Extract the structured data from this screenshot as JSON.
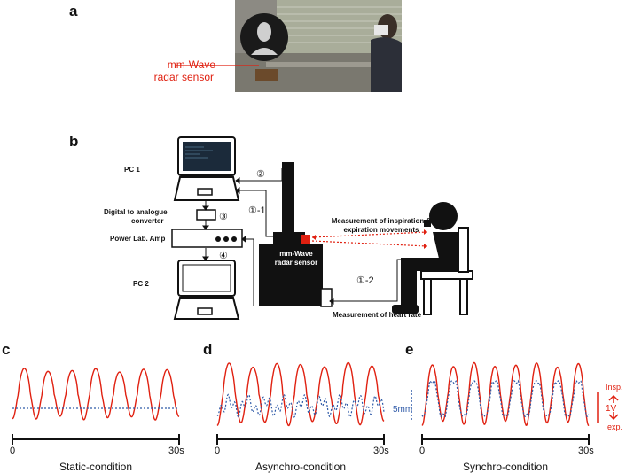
{
  "panels": {
    "a": "a",
    "b": "b",
    "c": "c",
    "d": "d",
    "e": "e"
  },
  "photo": {
    "sensor_label_line1": "mm-Wave",
    "sensor_label_line2": "radar sensor"
  },
  "setup": {
    "pc1": "PC 1",
    "pc2": "PC 2",
    "dac_line1": "Digital to analogue",
    "dac_line2": "converter",
    "amp": "Power Lab. Amp",
    "step2": "②",
    "step3": "③",
    "step4": "④",
    "step1_1": "①-1",
    "step1_2": "①-2",
    "radar_line1": "mm-Wave",
    "radar_line2": "radar sensor",
    "measure_resp_line1": "Measurement of inspiration &",
    "measure_resp_line2": "expiration movements",
    "measure_hr": "Measurement of heart rate"
  },
  "plots": [
    {
      "condition": "Static-condition",
      "x_start": "0",
      "x_end": "30s"
    },
    {
      "condition": "Asynchro-condition",
      "x_start": "0",
      "x_end": "30s"
    },
    {
      "condition": "Synchro-condition",
      "x_start": "0",
      "x_end": "30s"
    }
  ],
  "scale": {
    "mm": "5mm",
    "volt": "1V",
    "insp": "Insp.",
    "exp": "exp."
  },
  "colors": {
    "signal": "#e02010",
    "reference": "#2f5aa8"
  }
}
